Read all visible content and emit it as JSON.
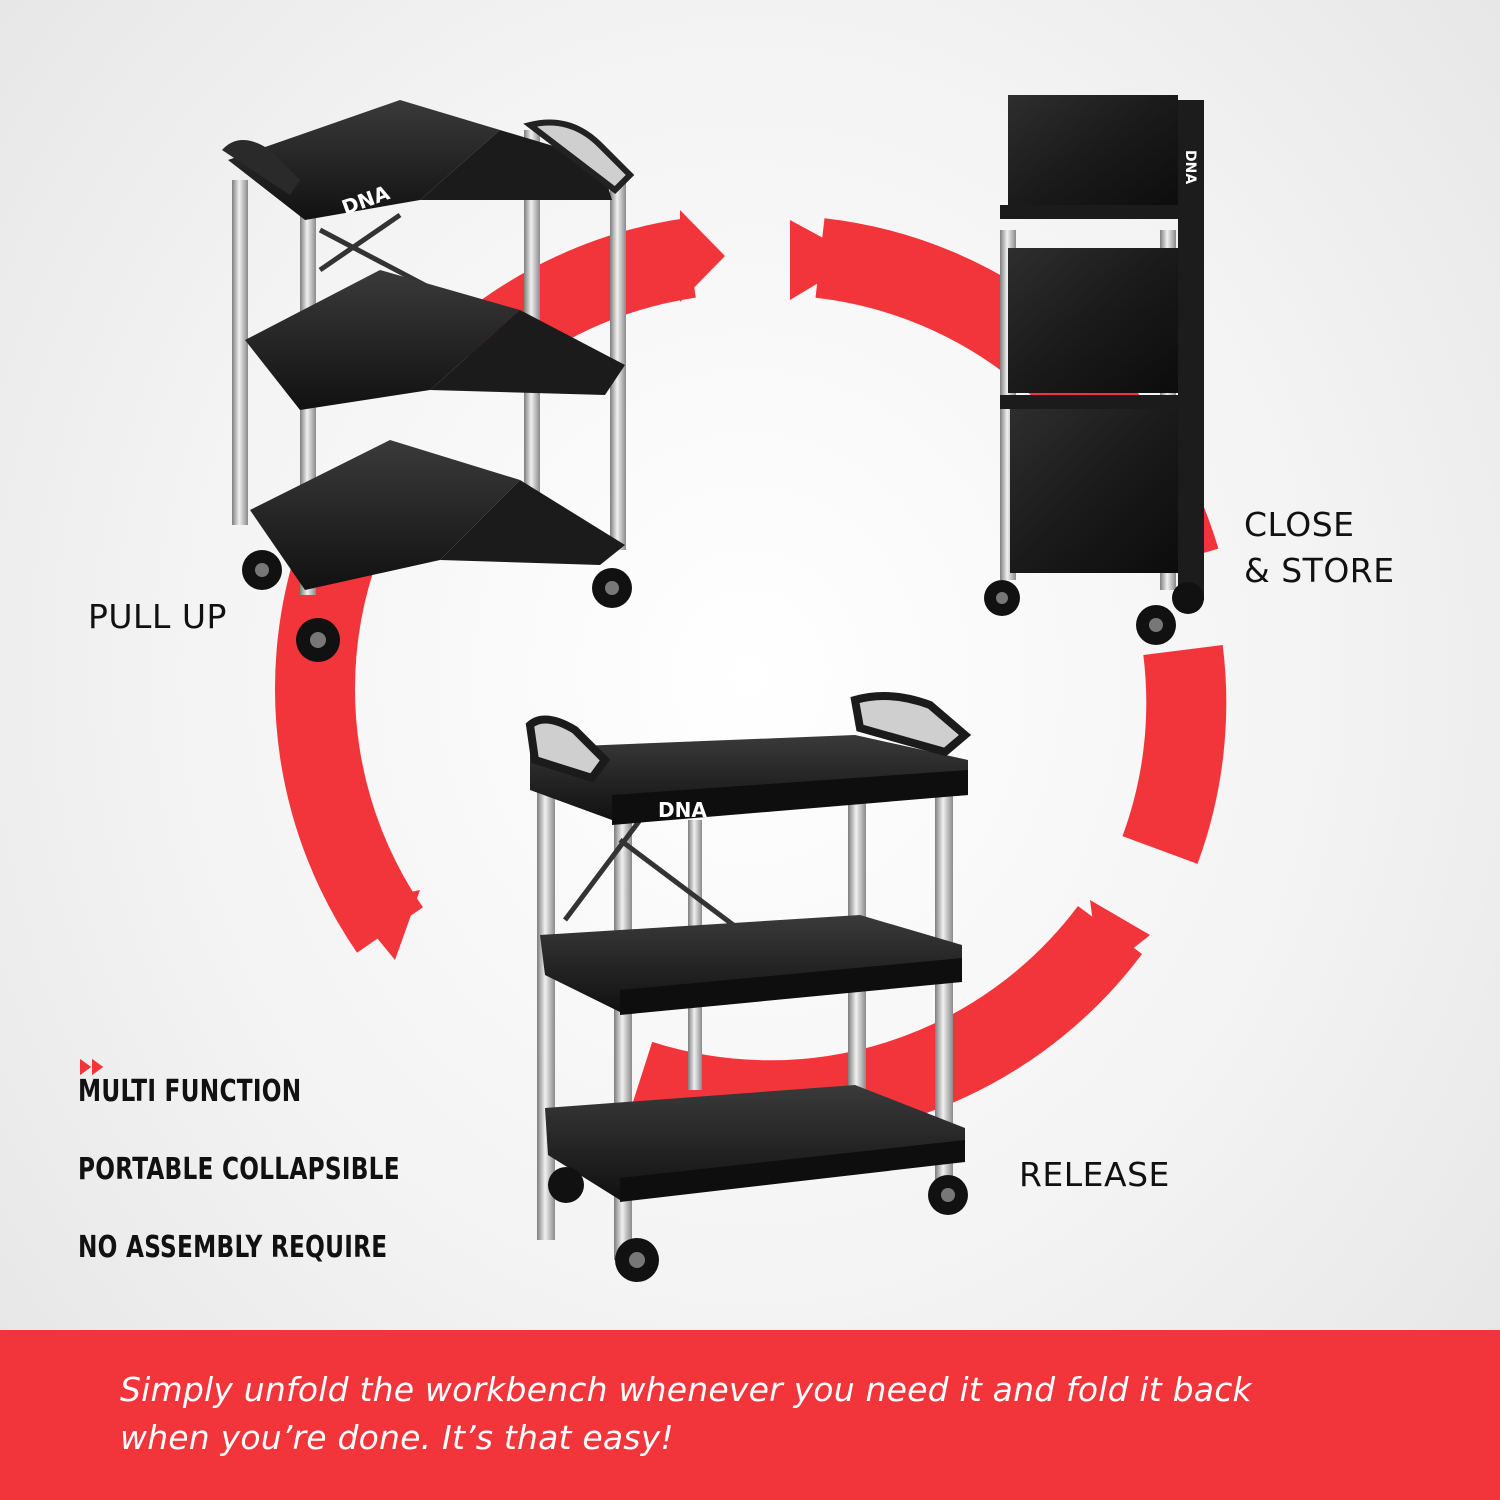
{
  "steps": {
    "pull_up": "PULL UP",
    "close_store_line1": "CLOSE",
    "close_store_line2": "& STORE",
    "release": "RELEASE"
  },
  "brand": {
    "logo_text": "DNA"
  },
  "features": [
    {
      "label": "MULTI FUNCTION"
    },
    {
      "label": "PORTABLE COLLAPSIBLE"
    },
    {
      "label": "NO ASSEMBLY REQUIRE"
    }
  ],
  "banner": {
    "line1": "Simply unfold the workbench whenever you need it and fold it back",
    "line2": "when you’re done. It’s that easy!"
  },
  "colors": {
    "accent": "#f2353b",
    "cart_black": "#151515",
    "frame_silver": "#c9c9c9"
  }
}
